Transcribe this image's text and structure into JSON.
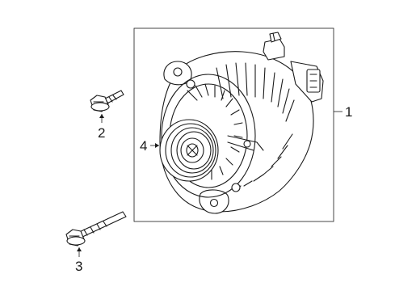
{
  "diagram": {
    "callouts": [
      {
        "id": "callout-1",
        "text": "1",
        "part": "alternator-assembly"
      },
      {
        "id": "callout-2",
        "text": "2",
        "part": "short-mounting-bolt"
      },
      {
        "id": "callout-3",
        "text": "3",
        "part": "long-mounting-bolt"
      },
      {
        "id": "callout-4",
        "text": "4",
        "part": "pulley"
      }
    ]
  }
}
